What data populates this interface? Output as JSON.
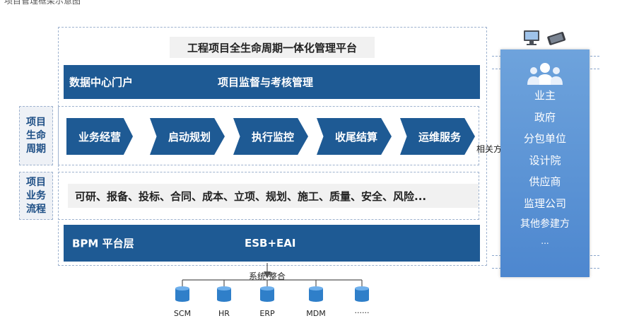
{
  "caption": "项目管理框架示意图",
  "platform_title": "工程项目全生命周期一体化管理平台",
  "top_bar": {
    "left": "数据中心门户",
    "right": "项目监督与考核管理"
  },
  "lifecycle": {
    "label": "项目\n生命\n周期",
    "stages": [
      "业务经营",
      "启动规划",
      "执行监控",
      "收尾结算",
      "运维服务"
    ]
  },
  "business": {
    "label": "项目\n业务\n流程",
    "flow": "可研、报备、投标、合同、成本、立项、规划、施工、质量、安全、风险..."
  },
  "bottom_bar": {
    "left": "BPM  平台层",
    "right": "ESB+EAI"
  },
  "stakeholders_label": "相关方",
  "stakeholders": [
    "业主",
    "政府",
    "分包单位",
    "设计院",
    "供应商",
    "监理公司",
    "其他参建方",
    "..."
  ],
  "integration_label": "系统  整合",
  "systems": [
    "SCM",
    "HR",
    "ERP",
    "MDM",
    "......"
  ],
  "colors": {
    "primary": "#1e5a94",
    "panel": "#5b93d6",
    "db": "#2f7fc9"
  },
  "icons": [
    "computer-icon",
    "phone-icon",
    "people-group-icon",
    "database-icon"
  ]
}
